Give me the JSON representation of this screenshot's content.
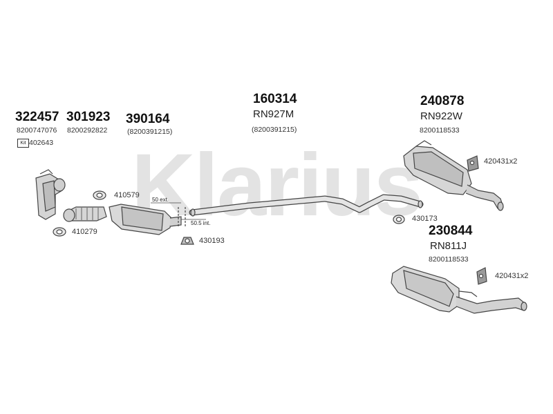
{
  "watermark": {
    "text": "Klarius",
    "color": "#e3e3e3"
  },
  "groups": {
    "left": {
      "parts": [
        {
          "number": "322457",
          "oem": "8200747076"
        },
        {
          "number": "301923",
          "oem": "8200292822"
        },
        {
          "number": "390164",
          "oem": "(8200391215)"
        }
      ],
      "kit": {
        "badge": "Kit",
        "number": "402643"
      }
    },
    "center": {
      "number": "160314",
      "ref": "RN927M",
      "oem": "(8200391215)"
    },
    "right_top": {
      "number": "240878",
      "ref": "RN922W",
      "oem": "8200118533"
    },
    "right_bottom": {
      "number": "230844",
      "ref": "RN811J",
      "oem": "8200118533"
    }
  },
  "accessories": {
    "a410579": "410579",
    "a410279": "410279",
    "a430193": "430193",
    "a430173": "430173",
    "a420431_top": "420431x2",
    "a420431_bottom": "420431x2"
  },
  "dimensions": {
    "ext": "50 ext.",
    "int": "50.5 int."
  },
  "colors": {
    "stroke": "#444444",
    "fill": "#d9d9d9",
    "shade": "#a8a8a8"
  }
}
